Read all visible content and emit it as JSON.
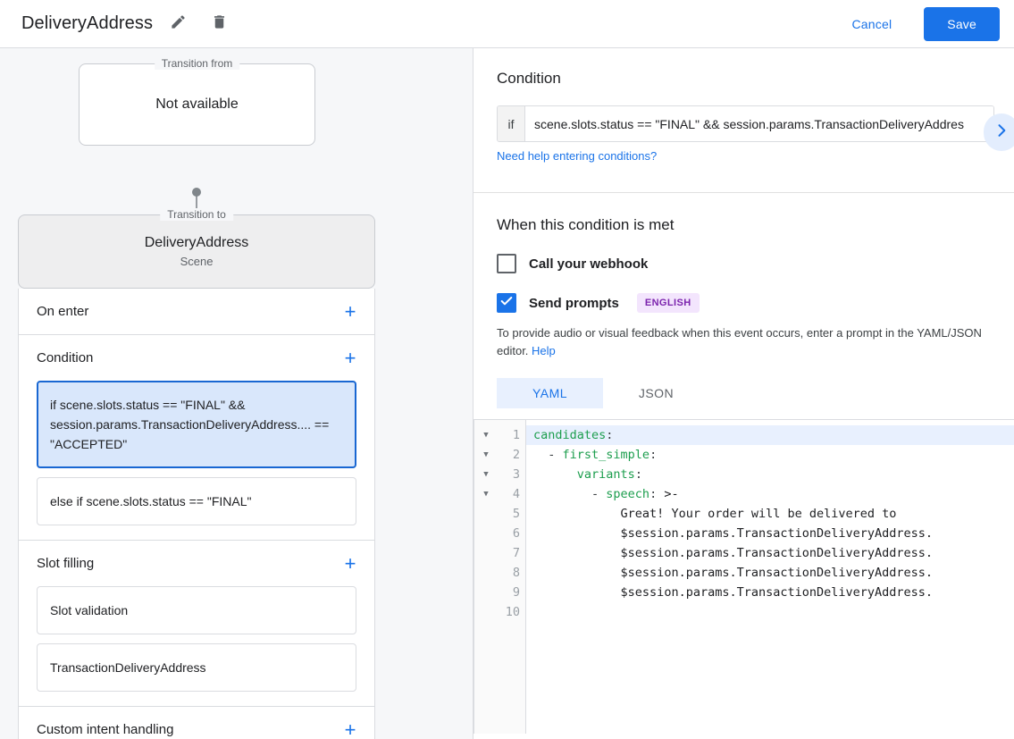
{
  "topbar": {
    "title": "DeliveryAddress",
    "edit_icon": "pencil-icon",
    "delete_icon": "trash-icon",
    "cancel_label": "Cancel",
    "save_label": "Save",
    "accent_color": "#1a73e8"
  },
  "left": {
    "transition_from": {
      "legend": "Transition from",
      "value": "Not available"
    },
    "transition_to": {
      "legend": "Transition to",
      "title": "DeliveryAddress",
      "subtitle": "Scene"
    },
    "sections": [
      {
        "title": "On enter",
        "add_label": "+",
        "items": []
      },
      {
        "title": "Condition",
        "add_label": "+",
        "items": [
          {
            "text": "if scene.slots.status == \"FINAL\" && session.params.TransactionDeliveryAddress.... == \"ACCEPTED\"",
            "selected": true
          },
          {
            "text": "else if scene.slots.status == \"FINAL\"",
            "selected": false
          }
        ]
      },
      {
        "title": "Slot filling",
        "add_label": "+",
        "items": [
          {
            "text": "Slot validation",
            "selected": false
          },
          {
            "text": "TransactionDeliveryAddress",
            "selected": false
          }
        ]
      },
      {
        "title": "Custom intent handling",
        "add_label": "+",
        "items": []
      }
    ]
  },
  "right": {
    "condition": {
      "heading": "Condition",
      "if_label": "if",
      "value": "scene.slots.status == \"FINAL\" && session.params.TransactionDeliveryAddres",
      "help_link": "Need help entering conditions?",
      "expand_icon": "chevron-right-icon"
    },
    "when_met": {
      "heading": "When this condition is met",
      "webhook": {
        "label": "Call your webhook",
        "checked": false
      },
      "send_prompts": {
        "label": "Send prompts",
        "checked": true,
        "badge": "ENGLISH",
        "badge_bg": "#f3e5fd",
        "badge_color": "#7b23ad"
      },
      "description_prefix": "To provide audio or visual feedback when this event occurs, enter a prompt in the YAML/JSON editor. ",
      "description_link": "Help"
    },
    "editor": {
      "tabs": [
        {
          "label": "YAML",
          "active": true
        },
        {
          "label": "JSON",
          "active": false
        }
      ],
      "line_numbers": [
        "1",
        "2",
        "3",
        "4",
        "5",
        "6",
        "7",
        "8",
        "9",
        "10"
      ],
      "fold_rows": [
        true,
        true,
        true,
        true,
        false,
        false,
        false,
        false,
        false,
        false
      ],
      "lines": [
        {
          "num": 1,
          "highlight": true,
          "indent": "",
          "key": "candidates",
          "punct": ":",
          "rest": ""
        },
        {
          "num": 2,
          "highlight": false,
          "indent": "  - ",
          "key": "first_simple",
          "punct": ":",
          "rest": ""
        },
        {
          "num": 3,
          "highlight": false,
          "indent": "      ",
          "key": "variants",
          "punct": ":",
          "rest": ""
        },
        {
          "num": 4,
          "highlight": false,
          "indent": "        - ",
          "key": "speech",
          "punct": ": ",
          "rest": ">-"
        },
        {
          "num": 5,
          "highlight": false,
          "indent": "            ",
          "key": "",
          "punct": "",
          "rest": "Great! Your order will be delivered to"
        },
        {
          "num": 6,
          "highlight": false,
          "indent": "            ",
          "key": "",
          "punct": "",
          "rest": "$session.params.TransactionDeliveryAddress."
        },
        {
          "num": 7,
          "highlight": false,
          "indent": "            ",
          "key": "",
          "punct": "",
          "rest": "$session.params.TransactionDeliveryAddress."
        },
        {
          "num": 8,
          "highlight": false,
          "indent": "            ",
          "key": "",
          "punct": "",
          "rest": "$session.params.TransactionDeliveryAddress."
        },
        {
          "num": 9,
          "highlight": false,
          "indent": "            ",
          "key": "",
          "punct": "",
          "rest": "$session.params.TransactionDeliveryAddress."
        },
        {
          "num": 10,
          "highlight": false,
          "indent": "",
          "key": "",
          "punct": "",
          "rest": ""
        }
      ]
    }
  }
}
